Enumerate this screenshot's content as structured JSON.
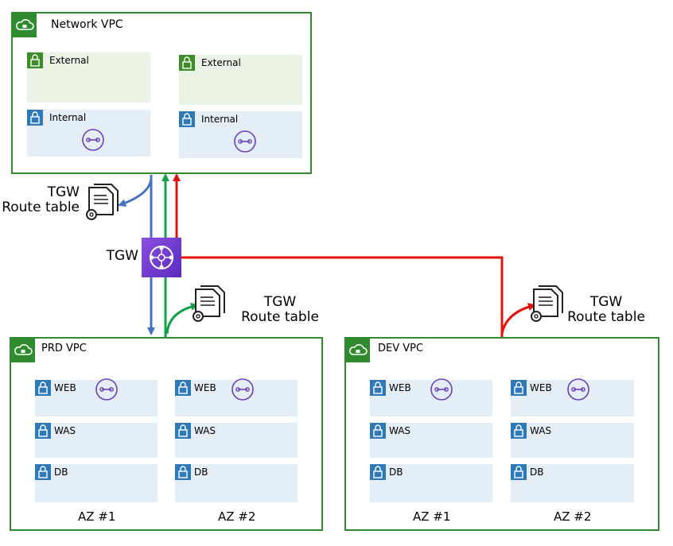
{
  "network_vpc": {
    "title": "Network VPC",
    "columns": [
      {
        "external_label": "External",
        "internal_label": "Internal"
      },
      {
        "external_label": "External",
        "internal_label": "Internal"
      }
    ]
  },
  "prd_vpc": {
    "title": "PRD VPC",
    "columns": [
      {
        "web": "WEB",
        "was": "WAS",
        "db": "DB",
        "az": "AZ #1"
      },
      {
        "web": "WEB",
        "was": "WAS",
        "db": "DB",
        "az": "AZ #2"
      }
    ]
  },
  "dev_vpc": {
    "title": "DEV VPC",
    "columns": [
      {
        "web": "WEB",
        "was": "WAS",
        "db": "DB",
        "az": "AZ #1"
      },
      {
        "web": "WEB",
        "was": "WAS",
        "db": "DB",
        "az": "AZ #2"
      }
    ]
  },
  "tgw": {
    "label": "TGW"
  },
  "route_tables": {
    "network": {
      "line1": "TGW",
      "line2": "Route table"
    },
    "prd": {
      "line1": "TGW",
      "line2": "Route table"
    },
    "dev": {
      "line1": "TGW",
      "line2": "Route table"
    }
  },
  "colors": {
    "vpc_border": "#2e8b2e",
    "public_subnet": "#eaf3e4",
    "private_subnet": "#e4eef7",
    "arrow_blue": "#4472c4",
    "arrow_green": "#12a14a",
    "arrow_red": "#e3120b",
    "tgw": "#7a42d6",
    "nat": "#6b3fbf"
  },
  "icons": [
    "vpc-cloud-icon",
    "lock-icon",
    "nat-gateway-icon",
    "transit-gateway-icon",
    "route-table-document-icon"
  ]
}
